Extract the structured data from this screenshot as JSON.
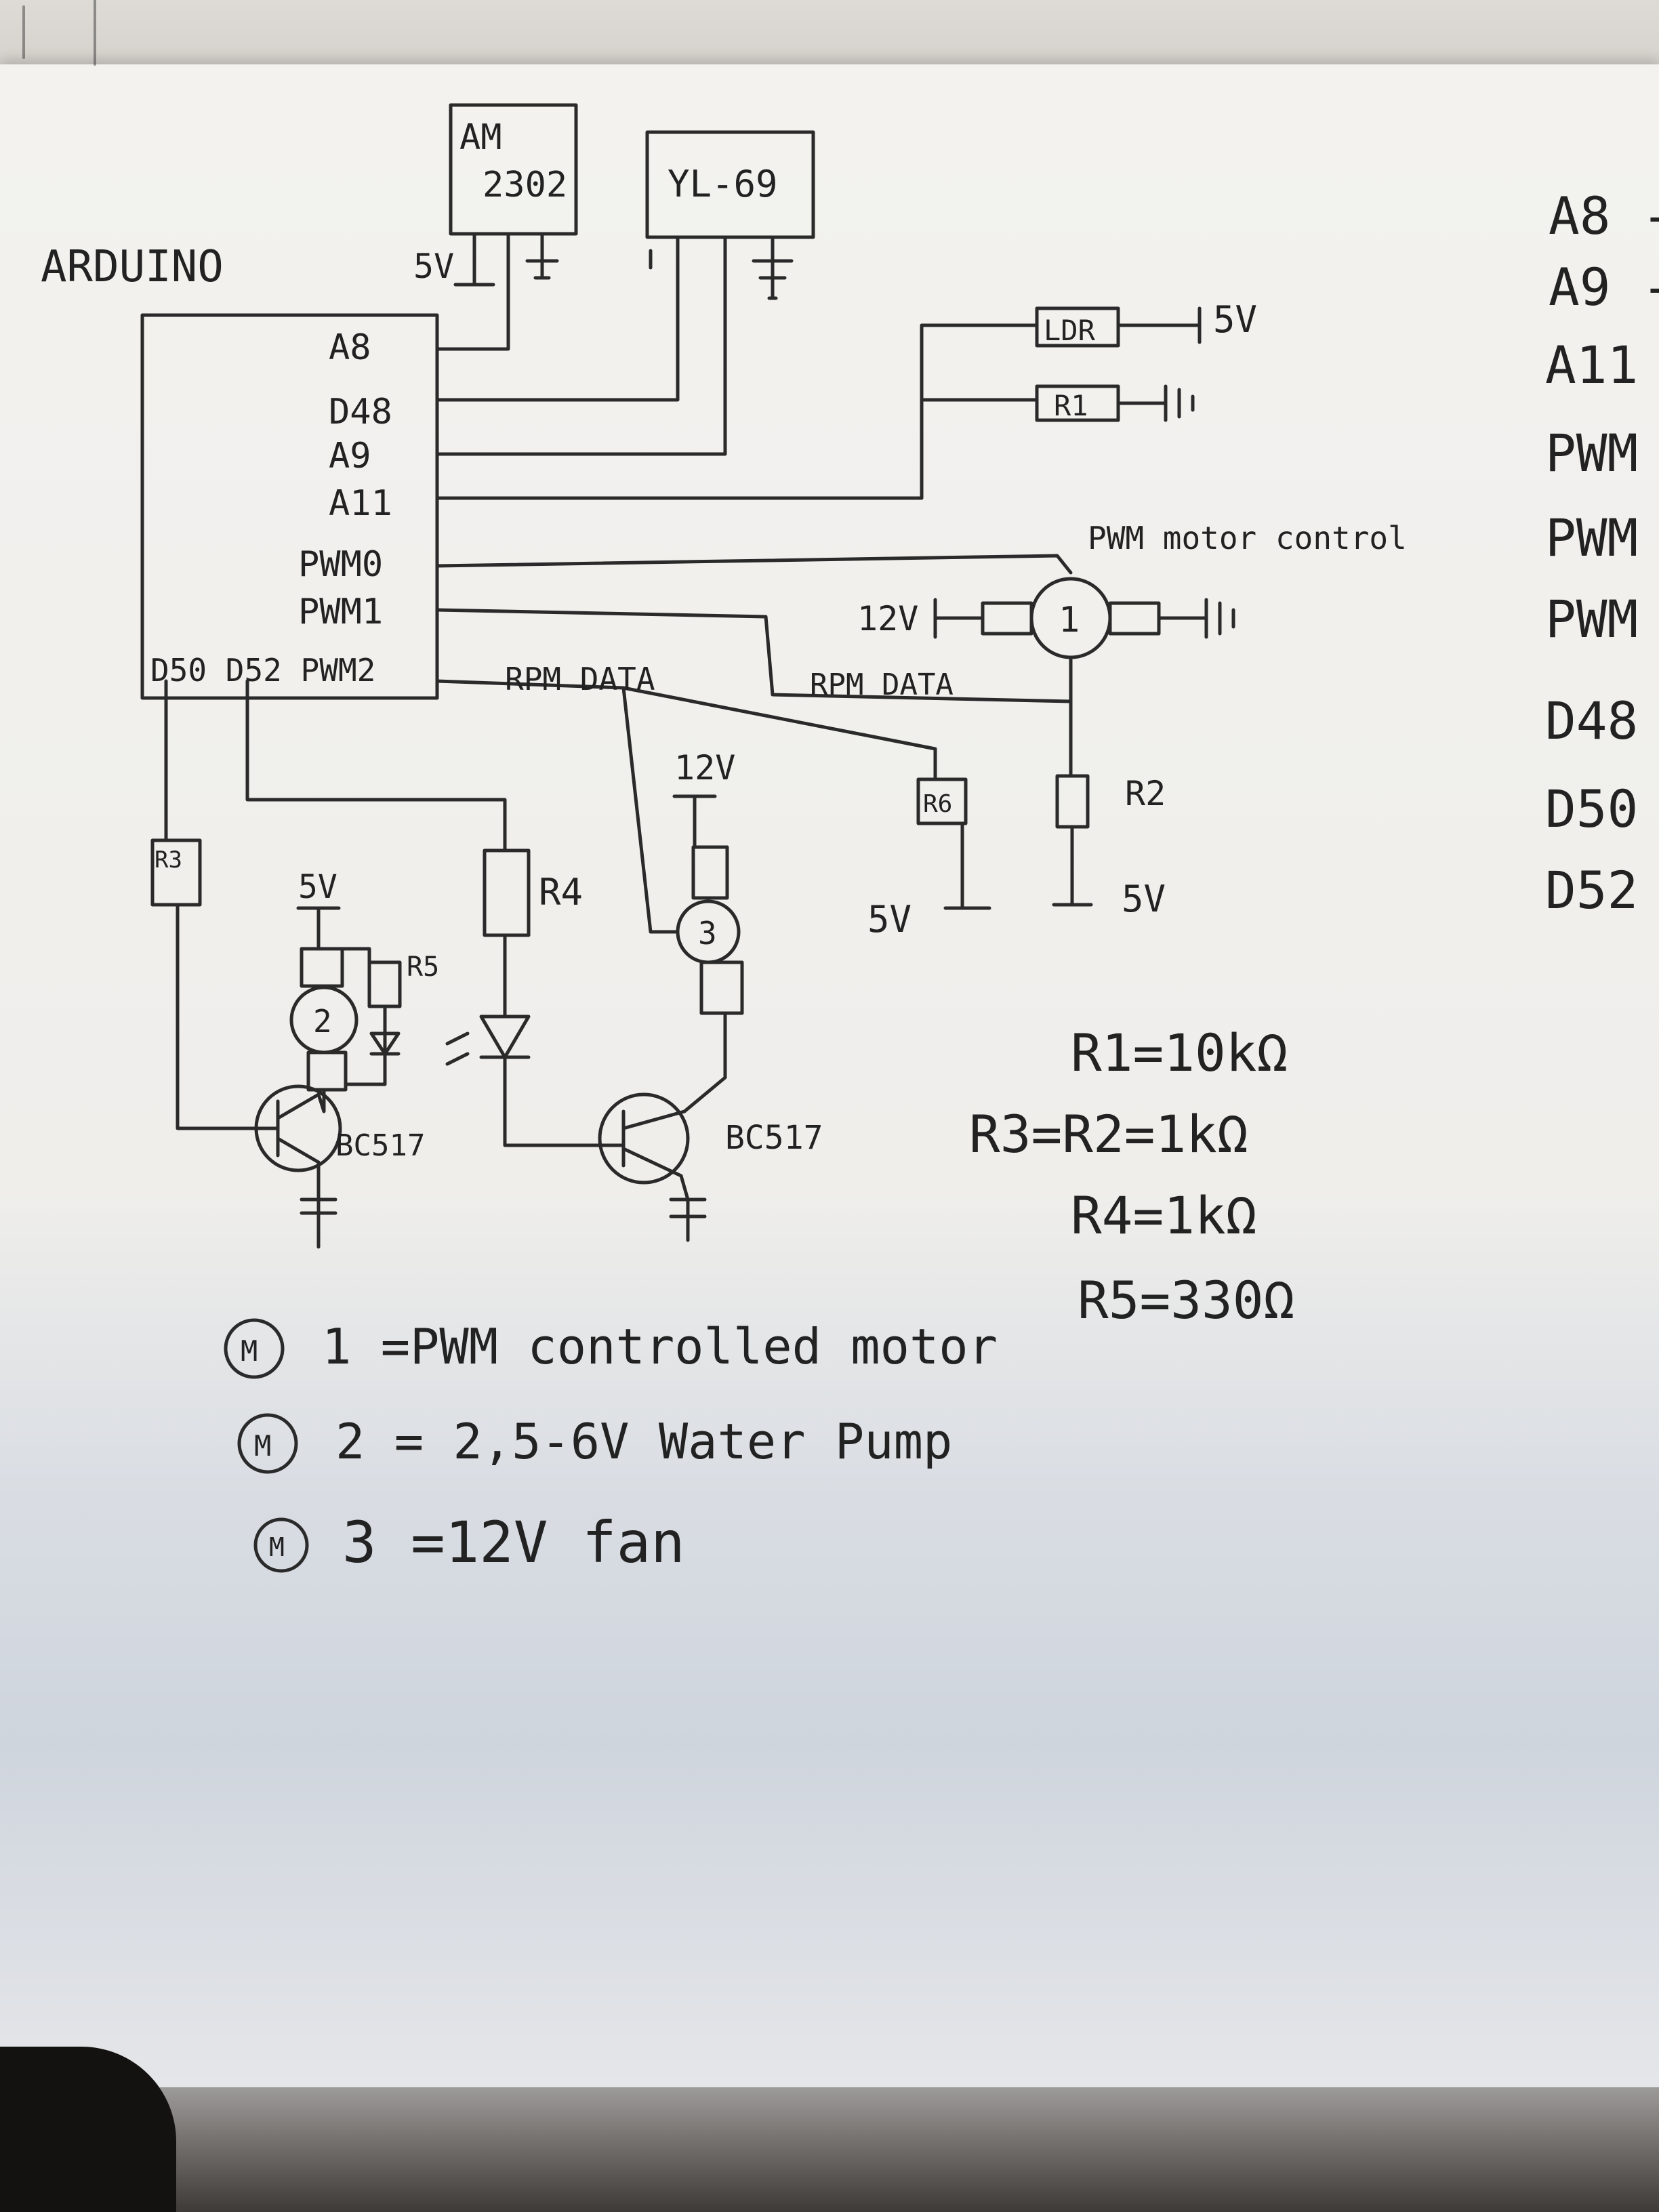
{
  "blocks": {
    "arduino": "ARDUINO",
    "am2302_line1": "AM",
    "am2302_line2": "2302",
    "yl69": "YL-69",
    "ldr": "LDR",
    "r1": "R1",
    "r6": "R6",
    "r2": "R2",
    "r3": "R3",
    "r4": "R4",
    "r5": "R5"
  },
  "pins": {
    "a8": "A8",
    "d48": "D48",
    "a9": "A9",
    "a11": "A11",
    "pwm0": "PWM0",
    "pwm1": "PWM1",
    "bottom_row": "D50 D52 PWM2"
  },
  "labels": {
    "v5_sensor": "5V",
    "v5_ldr": "5V",
    "v12_motor": "12V",
    "v12_fan": "12V",
    "v5_r6": "5V",
    "v5_r2": "5V",
    "v5_pump": "5V",
    "pwm_motor_control": "PWM motor control",
    "rpm_data_1": "RPM DATA",
    "rpm_data_2": "RPM DATA",
    "bc517_left": "BC517",
    "bc517_right": "BC517",
    "motor1": "1",
    "motor2": "2",
    "motor3": "3"
  },
  "values": {
    "r1": "R1=10kΩ",
    "r3_r2": "R3=R2=1kΩ",
    "r4": "R4=1kΩ",
    "r5": "R5=330Ω"
  },
  "legend": {
    "m1": "1 =PWM controlled motor",
    "m2": "2 = 2,5-6V Water Pump",
    "m3": "3 =12V fan",
    "symbol": "M"
  },
  "edge_list": [
    "A8 -",
    "A9 -",
    "A11 -",
    "PWM",
    "PWM",
    "PWM",
    "D48",
    "D50",
    "D52"
  ]
}
